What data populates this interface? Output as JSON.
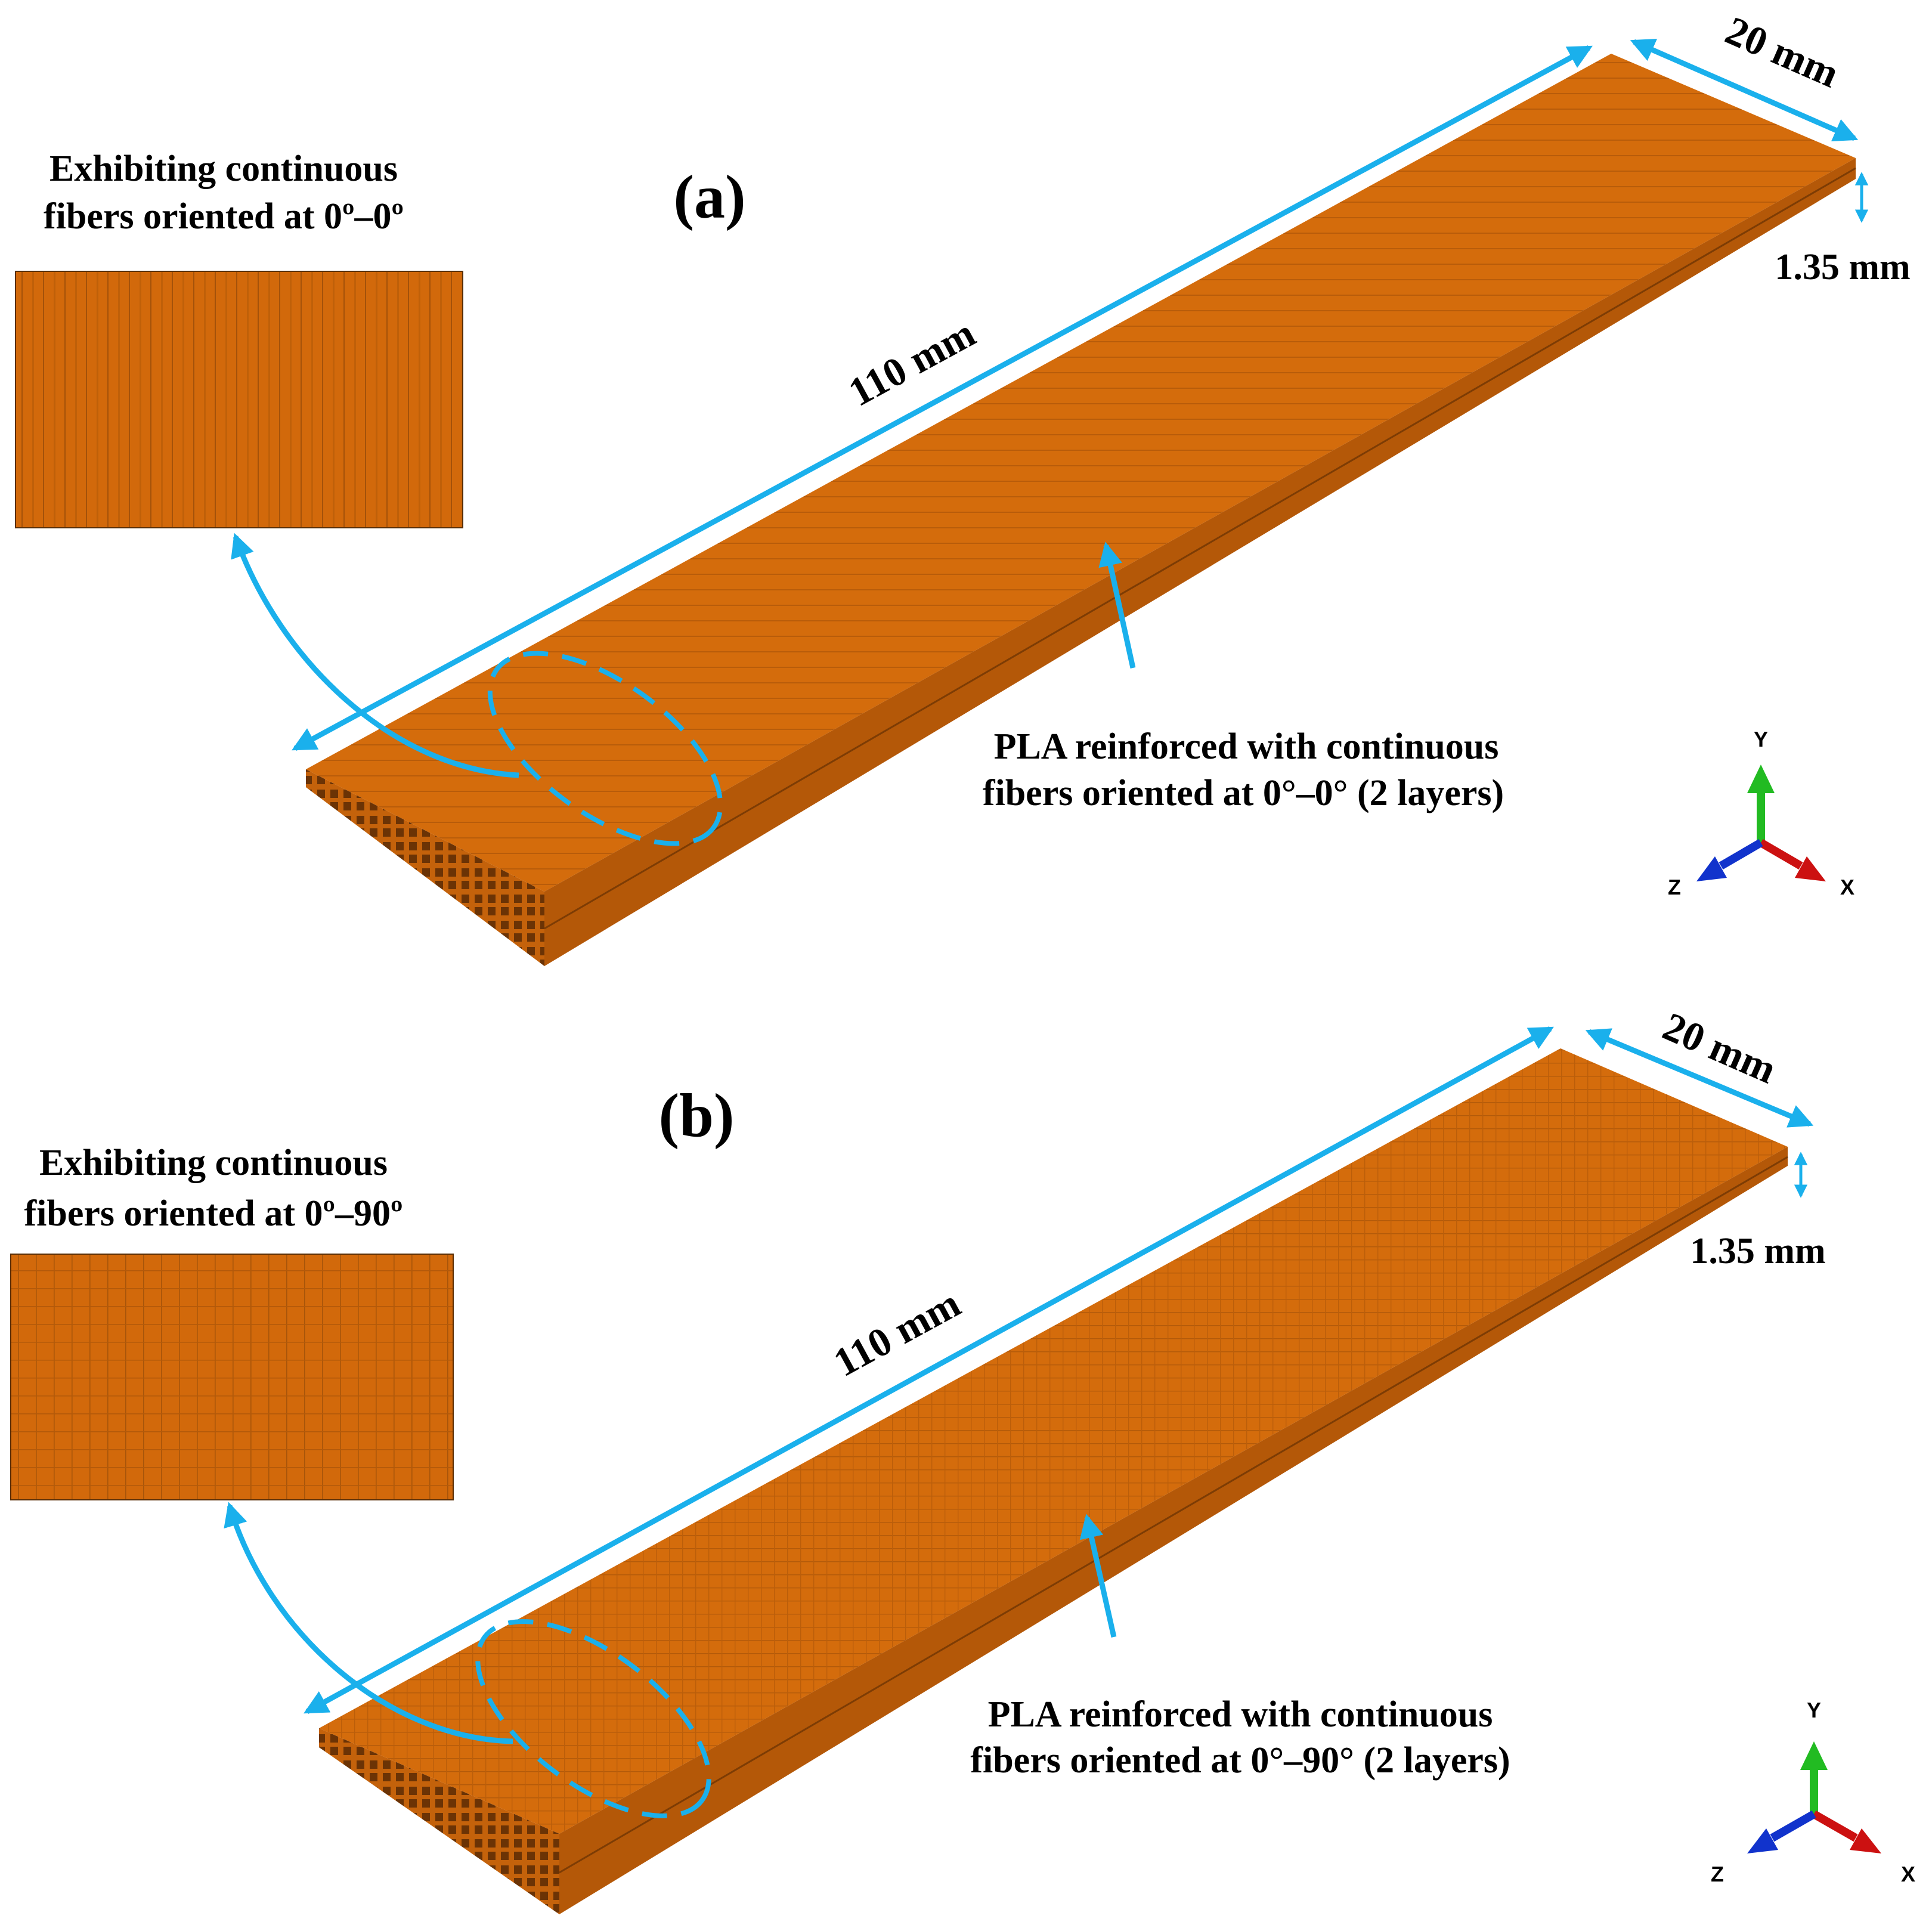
{
  "colors": {
    "orange": "#d2690b",
    "orange_dark": "#9a4a06",
    "cyan": "#1ab0ec",
    "axis_y": "#22bb22",
    "axis_x": "#cc1111",
    "axis_z": "#1133cc"
  },
  "panel_a": {
    "label": "(a)",
    "inset_title_line1": "Exhibiting continuous",
    "inset_title_line2": "fibers oriented at 0º–0º",
    "dim_length": "110 mm",
    "dim_width": "20 mm",
    "dim_thickness": "1.35 mm",
    "caption_line1": "PLA reinforced with continuous",
    "caption_line2": "fibers oriented at 0°–0° (2 layers)",
    "fiber_pattern": "0-0"
  },
  "panel_b": {
    "label": "(b)",
    "inset_title_line1": "Exhibiting continuous",
    "inset_title_line2": "fibers oriented at 0º–90º",
    "dim_length": "110 mm",
    "dim_width": "20 mm",
    "dim_thickness": "1.35 mm",
    "caption_line1": "PLA reinforced with continuous",
    "caption_line2": "fibers oriented at 0°–90° (2 layers)",
    "fiber_pattern": "0-90"
  },
  "triad": {
    "y": "Y",
    "x": "X",
    "z": "Z"
  }
}
